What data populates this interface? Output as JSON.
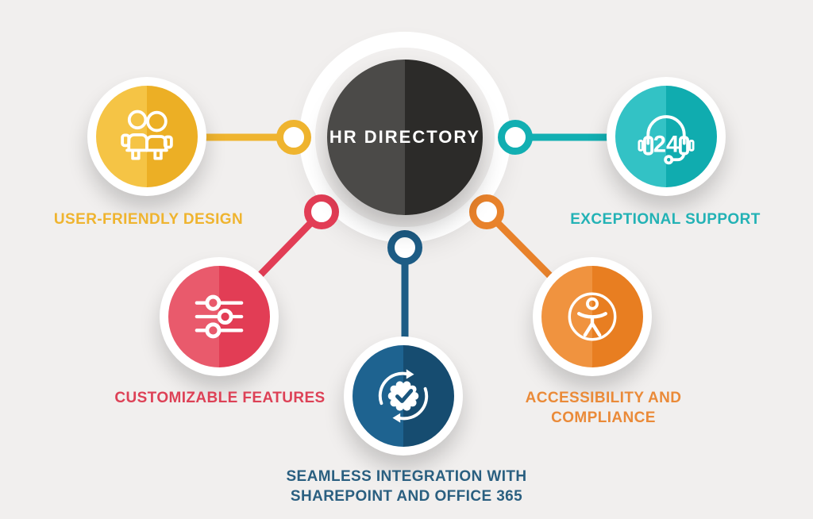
{
  "background_color": "#F1EFEE",
  "center": {
    "title": "HR DIRECTORY",
    "color_light": "#4B4A48",
    "color_dark": "#2C2B29",
    "halo_color": "#FFFFFF"
  },
  "features": [
    {
      "name": "user-friendly-design",
      "label": "USER-FRIENDLY DESIGN",
      "icon": "people-icon",
      "color_light": "#F5C445",
      "color_dark": "#ECAF25",
      "label_color": "#EFB42F",
      "connector_color": "#EFB42F"
    },
    {
      "name": "exceptional-support",
      "label": "EXCEPTIONAL SUPPORT",
      "icon": "headset-24-icon",
      "badge_text": "24",
      "color_light": "#33C2C5",
      "color_dark": "#10ACAF",
      "label_color": "#23B2B5",
      "connector_color": "#12AFB2"
    },
    {
      "name": "customizable-features",
      "label": "CUSTOMIZABLE FEATURES",
      "icon": "sliders-icon",
      "color_light": "#E95A6C",
      "color_dark": "#E23D55",
      "label_color": "#DD4156",
      "connector_color": "#E23D55"
    },
    {
      "name": "accessibility-and-compliance",
      "label": "ACCESSIBILITY AND COMPLIANCE",
      "icon": "accessibility-icon",
      "color_light": "#F0933F",
      "color_dark": "#E87E21",
      "label_color": "#EA8A38",
      "connector_color": "#E8822B"
    },
    {
      "name": "seamless-integration",
      "label": "SEAMLESS INTEGRATION WITH SHAREPOINT AND OFFICE 365",
      "label_lines": [
        "SEAMLESS INTEGRATION WITH",
        "SHAREPOINT AND OFFICE 365"
      ],
      "icon": "sync-check-icon",
      "color_light": "#1E6390",
      "color_dark": "#164C70",
      "label_color": "#2A5F80",
      "connector_color": "#1D5C85"
    }
  ]
}
